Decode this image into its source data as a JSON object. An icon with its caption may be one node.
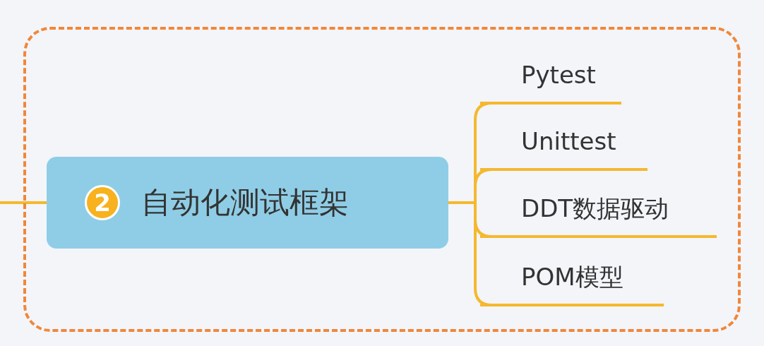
{
  "diagram": {
    "nodes": [
      {
        "text": [],
        "shape": "box"
      },
      {
        "text": [
          "2",
          "自动化测试框架"
        ],
        "in": 0
      },
      {
        "text": [
          "Pytest"
        ],
        "in": 0
      },
      {
        "text": [
          "Unittest"
        ],
        "in": 0
      },
      {
        "text": [
          "DDT数据驱动"
        ],
        "in": 0
      },
      {
        "text": [
          "POM模型"
        ],
        "in": 0
      }
    ],
    "edges": [
      {
        "from": null,
        "to": 1,
        "arrow": "none"
      },
      {
        "from": 1,
        "to": 2,
        "arrow": "none"
      },
      {
        "from": 1,
        "to": 3,
        "arrow": "none"
      },
      {
        "from": 1,
        "to": 4,
        "arrow": "none"
      },
      {
        "from": 1,
        "to": 5,
        "arrow": "none"
      }
    ]
  }
}
